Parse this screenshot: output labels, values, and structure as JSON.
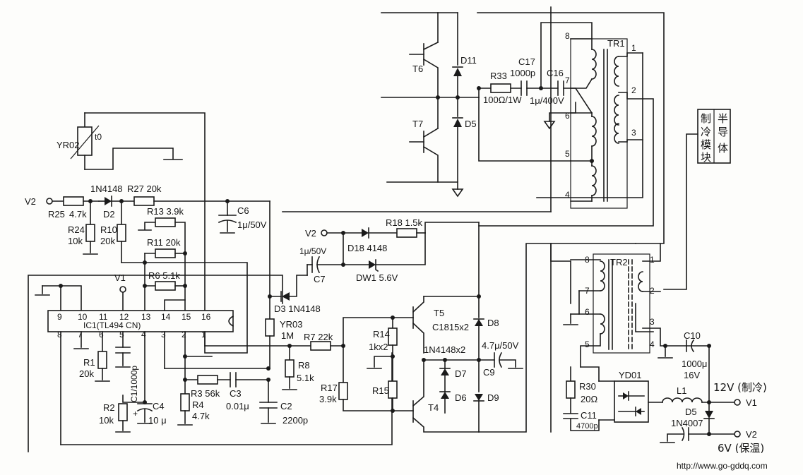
{
  "ic1": {
    "name": "IC1(TL494 CN)",
    "pins_top": [
      "9",
      "10",
      "11",
      "12",
      "13",
      "14",
      "15",
      "16"
    ],
    "pins_bottom": [
      "8",
      "7",
      "6",
      "5",
      "4",
      "3",
      "2",
      "1"
    ]
  },
  "transformers": {
    "tr1": {
      "name": "TR1",
      "left_pins": [
        "8",
        "7",
        "6",
        "5",
        "4"
      ],
      "right_pins": [
        "1",
        "2",
        "3"
      ]
    },
    "tr2": {
      "name": "TR2",
      "left_pins": [
        "8",
        "7",
        "6",
        "5"
      ],
      "right_pins": [
        "1",
        "2",
        "3",
        "4"
      ]
    }
  },
  "module": {
    "chars": [
      "制",
      "冷",
      "模",
      "块",
      "半",
      "导",
      "体"
    ]
  },
  "labels": {
    "yr02": "YR02",
    "t0": "t0",
    "v2_left": "V2",
    "r25": "R25",
    "r25v": "4.7k",
    "d2n": "1N4148",
    "d2": "D2",
    "r27": "R27 20k",
    "r13": "R13 3.9k",
    "r24": "R24",
    "r24v": "10k",
    "r10": "R10",
    "r10v": "20k",
    "r11": "R11 20k",
    "r6": "R6 5.1k",
    "c6": "C6",
    "c6v": "1μ/50V",
    "v1_top": "V1",
    "d3": "D3 1N4148",
    "yr03": "YR03",
    "yr03v": "1M",
    "r7": "R7 22k",
    "r8": "R8",
    "r8v": "5.1k",
    "r1": "R1",
    "r1v": "20k",
    "c1": "C1/1000p",
    "r2": "R2",
    "r2v": "10k",
    "c4": "C4",
    "c4v": "10 μ",
    "r3": "R3 56k",
    "c3": "C3",
    "c3v": "0.01μ",
    "r4": "R4",
    "r4v": "4.7k",
    "c2": "C2",
    "c2v": "2200p",
    "t6": "T6",
    "t7": "T7",
    "d11": "D11",
    "d5top": "D5",
    "r33": "R33",
    "r33v": "100Ω/1W",
    "c17": "C17",
    "c17v": "1000p",
    "c16": "C16",
    "c16v": "1μ/400V",
    "v2_mid": "V2",
    "r18": "R18 1.5k",
    "d18": "D18 4148",
    "c7v": "1μ/50V",
    "c7": "C7",
    "dw1": "DW1 5.6V",
    "r14": "R14",
    "r14v": "1kx2",
    "t5": "T5",
    "t5v": "C1815x2",
    "d8": "D8",
    "d7": "D7",
    "d6": "D6",
    "d9": "D9",
    "d4148": "1N4148x2",
    "c9": "C9",
    "c9v": "4.7μ/50V",
    "r15": "R15",
    "r17": "R17",
    "r17v": "3.9k",
    "t4": "T4",
    "c10": "C10",
    "c10v": "1000μ",
    "c10v2": "16V",
    "yd01": "YD01",
    "r30": "R30",
    "r30v": "20Ω",
    "c11": "C11",
    "c11v": "4700p",
    "l1": "L1",
    "d5r": "D5",
    "d5rv": "1N4007",
    "out12": "12V (制冷)",
    "v1_out": "V1",
    "v2_out": "V2",
    "out6": "6V (保温)",
    "url": "http://www.go-gddq.com"
  }
}
